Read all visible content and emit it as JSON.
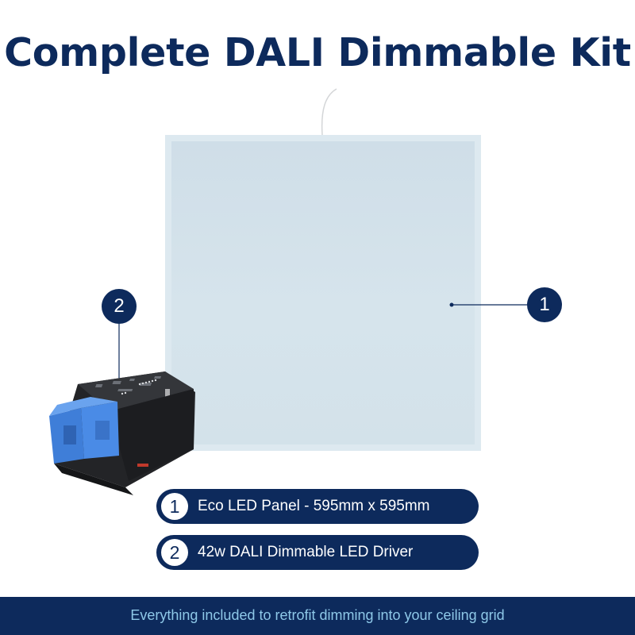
{
  "colors": {
    "navy": "#0d2a5c",
    "footer_text": "#8ec8e8",
    "panel": "#cfdfe8",
    "driver_body": "#2a2b2e",
    "driver_terminal": "#3f7ed8"
  },
  "title": "Complete DALI Dimmable Kit",
  "markers": [
    {
      "number": "1"
    },
    {
      "number": "2"
    }
  ],
  "labels": [
    {
      "number": "1",
      "text": "Eco LED Panel - 595mm x 595mm"
    },
    {
      "number": "2",
      "text": "42w DALI Dimmable LED Driver"
    }
  ],
  "footer": "Everything included to retrofit dimming into your ceiling grid"
}
